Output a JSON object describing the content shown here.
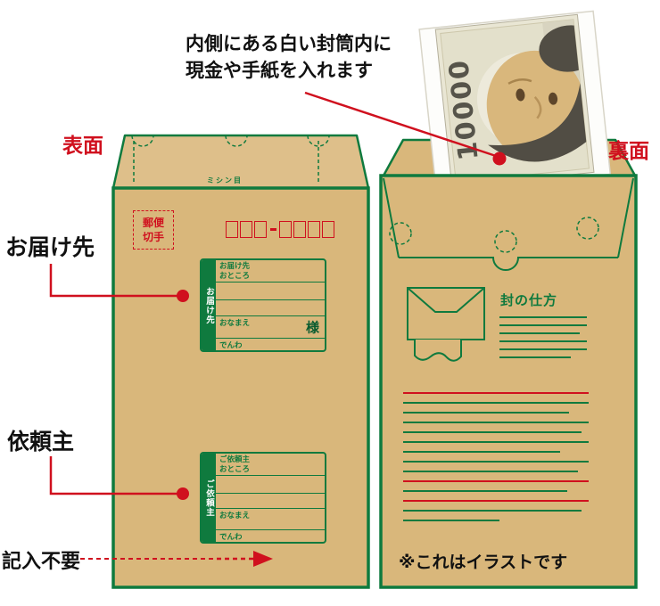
{
  "annotation": {
    "line1": "内側にある白い封筒内に",
    "line2": "現金や手紙を入れます"
  },
  "side_labels": {
    "front": "表面",
    "back": "裏面"
  },
  "callouts": {
    "recipient": "お届け先",
    "sender": "依頼主",
    "no_entry": "記入不要"
  },
  "front_envelope": {
    "tear_line": "ミシン目",
    "stamp": {
      "line1": "郵便",
      "line2": "切手"
    },
    "postal_code_boxes": {
      "group1": 3,
      "group2": 4
    },
    "recipient_box": {
      "side": "お届け先",
      "addr1": "お届け先",
      "addr2": "おところ",
      "name": "おなまえ",
      "honorific": "様",
      "phone": "でんわ"
    },
    "sender_box": {
      "side": "ご依頼主",
      "addr1": "ご依頼主",
      "addr2": "おところ",
      "name": "おなまえ",
      "phone": "でんわ"
    }
  },
  "back_envelope": {
    "seal_title": "封の仕方",
    "note": "※これはイラストです"
  },
  "banknote": {
    "denomination": "10000"
  },
  "colors": {
    "kraft": "#d9b77b",
    "green": "#0f7a3e",
    "red": "#d0101e"
  }
}
